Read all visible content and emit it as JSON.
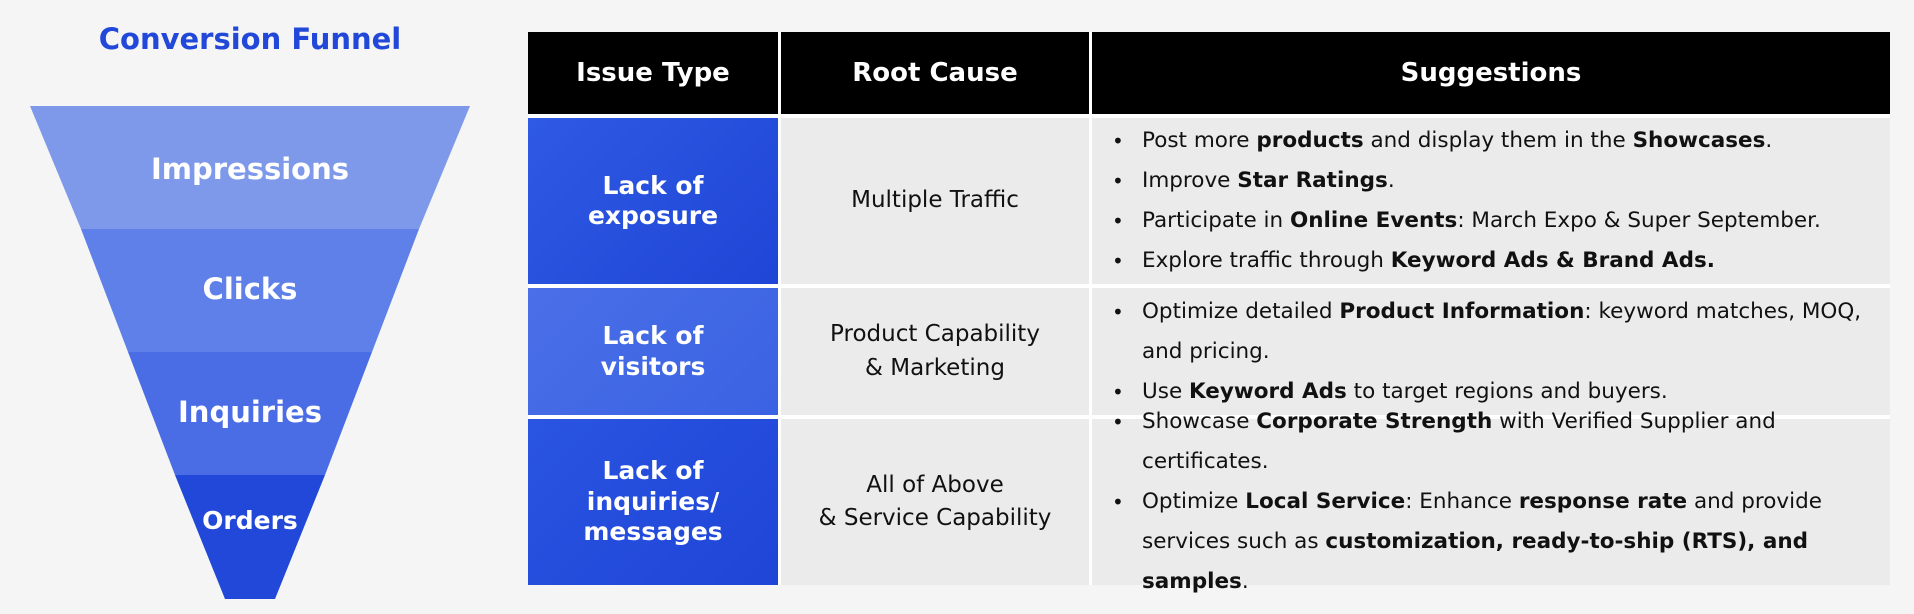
{
  "funnel": {
    "title": "Conversion Funnel",
    "stages": [
      "Impressions",
      "Clicks",
      "Inquiries",
      "Orders"
    ],
    "colors": [
      "#7f99ea",
      "#5f80e8",
      "#4a6de6",
      "#2148d8"
    ]
  },
  "table": {
    "headers": [
      "Issue Type",
      "Root Cause",
      "Suggestions"
    ],
    "rows": [
      {
        "issue": "Lack of\nexposure",
        "cause": "Multiple Traffic",
        "suggestions": [
          [
            "Post more ",
            "products",
            " and display them in the ",
            "Showcases",
            "."
          ],
          [
            "Improve ",
            "Star Ratings",
            "."
          ],
          [
            "Participate in ",
            "Online Events",
            ": March Expo & Super September."
          ],
          [
            "Explore traffic through ",
            "Keyword Ads & Brand Ads."
          ]
        ]
      },
      {
        "issue": "Lack of\nvisitors",
        "cause": "Product Capability\n&  Marketing",
        "suggestions": [
          [
            "Optimize detailed ",
            "Product Information",
            ": keyword matches, MOQ, and pricing."
          ],
          [
            " Use ",
            "Keyword Ads",
            " to target regions and buyers."
          ]
        ]
      },
      {
        "issue": "Lack of\ninquiries/\nmessages",
        "cause": "All of Above\n& Service Capability",
        "suggestions": [
          [
            "Showcase ",
            "Corporate Strength",
            " with Verified Supplier and certificates."
          ],
          [
            "Optimize ",
            "Local Service",
            ": Enhance ",
            "response rate",
            " and provide services such as ",
            "customization, ready-to-ship (RTS), and samples",
            "."
          ]
        ]
      }
    ]
  }
}
